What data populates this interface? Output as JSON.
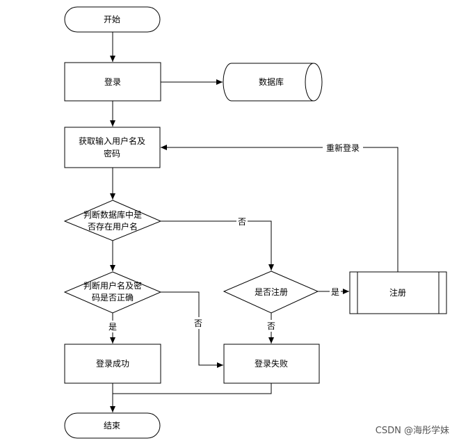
{
  "nodes": {
    "start": "开始",
    "login": "登录",
    "database": "数据库",
    "input_line1": "获取输入用户名及",
    "input_line2": "密码",
    "check_exists_line1": "判断数据库中是",
    "check_exists_line2": "否存在用户名",
    "check_pwd_line1": "判断用户名及密",
    "check_pwd_line2": "码是否正确",
    "register_q": "是否注册",
    "register": "注册",
    "success": "登录成功",
    "fail": "登录失败",
    "end": "结束"
  },
  "edges": {
    "relogin": "重新登录",
    "no_exists": "否",
    "no_register": "否",
    "yes_register": "是",
    "yes_pwd": "是",
    "no_pwd": "否"
  },
  "watermark": "CSDN @海彤学妹",
  "colors": {
    "line": "#000000",
    "box_fill": "#ffffff"
  }
}
